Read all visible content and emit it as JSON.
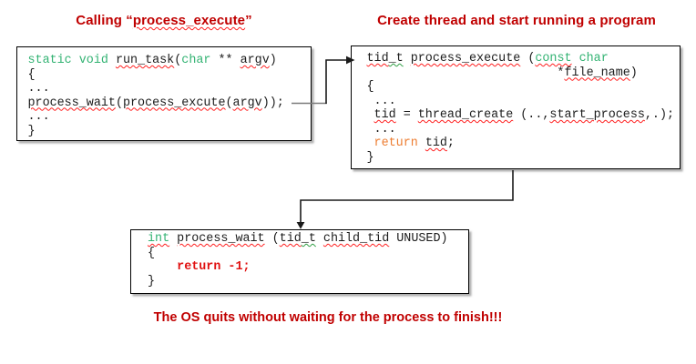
{
  "titles": {
    "left_prefix": "Calling “",
    "left_word": "process_execute",
    "left_suffix": "”",
    "right": "Create thread and start running a program"
  },
  "caption": "The OS quits without waiting for the process to finish!!!",
  "colors": {
    "title_red": "#c00000",
    "code_green": "#33b373",
    "code_orange": "#ed7d31",
    "return_red": "#e01111",
    "wavy_red": "#ff1f1f",
    "wavy_green": "#2f9e44",
    "code_black": "#1c1c1c"
  },
  "boxes": [
    {
      "name": "run-task-code",
      "lines": [
        [
          {
            "t": "static void ",
            "s": "g"
          },
          {
            "t": "run_task",
            "s": "w"
          },
          {
            "t": "(",
            "s": ""
          },
          {
            "t": "char",
            "s": "g"
          },
          {
            "t": " ** ",
            "s": ""
          },
          {
            "t": "argv",
            "s": "w"
          },
          {
            "t": ")",
            "s": ""
          }
        ],
        [
          {
            "t": "{",
            "s": ""
          }
        ],
        [
          {
            "t": "...",
            "s": ""
          }
        ],
        [
          {
            "t": "process_wait",
            "s": "w"
          },
          {
            "t": "(",
            "s": ""
          },
          {
            "t": "process_excute",
            "s": "w"
          },
          {
            "t": "(",
            "s": ""
          },
          {
            "t": "argv",
            "s": "w"
          },
          {
            "t": "));",
            "s": ""
          }
        ],
        [
          {
            "t": "...",
            "s": ""
          }
        ],
        [
          {
            "t": "}",
            "s": ""
          }
        ]
      ]
    },
    {
      "name": "process-execute-code",
      "lines": [
        [
          {
            "t": "tid",
            "s": "w"
          },
          {
            "t": "_t",
            "s": "gw"
          },
          {
            "t": " ",
            "s": ""
          },
          {
            "t": "process_execute",
            "s": "w"
          },
          {
            "t": " (",
            "s": ""
          },
          {
            "t": "const",
            "s": "g w"
          },
          {
            "t": " ",
            "s": ""
          },
          {
            "t": "char",
            "s": "g"
          }
        ],
        [
          {
            "t": "                          *",
            "s": ""
          },
          {
            "t": "file_name",
            "s": "w"
          },
          {
            "t": ")",
            "s": ""
          }
        ],
        [
          {
            "t": "{",
            "s": ""
          }
        ],
        [
          {
            "t": " ...",
            "s": ""
          }
        ],
        [
          {
            "t": " ",
            "s": ""
          },
          {
            "t": "tid",
            "s": "w"
          },
          {
            "t": " = ",
            "s": ""
          },
          {
            "t": "thread_create",
            "s": "w"
          },
          {
            "t": " (..,",
            "s": ""
          },
          {
            "t": "start_process",
            "s": "w"
          },
          {
            "t": ",.);",
            "s": ""
          }
        ],
        [
          {
            "t": " ...",
            "s": ""
          }
        ],
        [
          {
            "t": " ",
            "s": ""
          },
          {
            "t": "return",
            "s": "o"
          },
          {
            "t": " ",
            "s": ""
          },
          {
            "t": "tid",
            "s": "w"
          },
          {
            "t": ";",
            "s": ""
          }
        ],
        [
          {
            "t": "}",
            "s": ""
          }
        ]
      ]
    },
    {
      "name": "process-wait-code",
      "lines": [
        [
          {
            "t": "int",
            "s": "g w"
          },
          {
            "t": " ",
            "s": ""
          },
          {
            "t": "process_wait",
            "s": "w"
          },
          {
            "t": " (",
            "s": ""
          },
          {
            "t": "tid",
            "s": "w"
          },
          {
            "t": "_t",
            "s": "gw"
          },
          {
            "t": " ",
            "s": ""
          },
          {
            "t": "child_tid",
            "s": "w"
          },
          {
            "t": " UNUSED)",
            "s": ""
          }
        ],
        [
          {
            "t": "{",
            "s": ""
          }
        ],
        [
          {
            "t": "    ",
            "s": ""
          },
          {
            "t": "return -1;",
            "s": "r"
          }
        ],
        [
          {
            "t": "}",
            "s": ""
          }
        ]
      ]
    }
  ]
}
